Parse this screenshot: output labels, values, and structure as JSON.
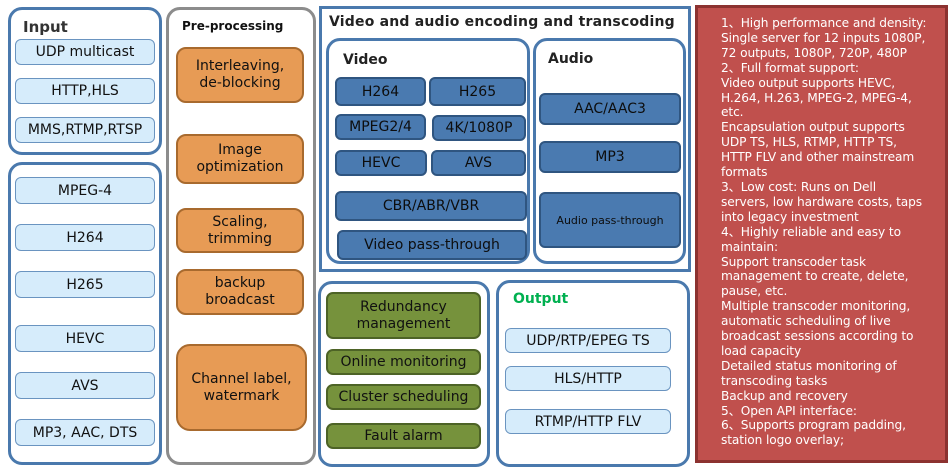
{
  "input": {
    "title": "Input",
    "protocols": [
      "UDP multicast",
      "HTTP,HLS",
      "MMS,RTMP,RTSP"
    ],
    "formats": [
      "MPEG-4",
      "H264",
      "H265",
      "HEVC",
      "AVS",
      "MP3, AAC, DTS"
    ]
  },
  "preprocessing": {
    "title": "Pre-processing",
    "items": [
      "Interleaving,\nde-blocking",
      "Image\noptimization",
      "Scaling,\ntrimming",
      "backup\nbroadcast",
      "Channel label,\nwatermark"
    ]
  },
  "encoding": {
    "title": "Video and audio encoding and transcoding",
    "video": {
      "title": "Video",
      "codecs": [
        "H264",
        "H265",
        "MPEG2/4",
        "4K/1080P",
        "HEVC",
        "AVS"
      ],
      "rate_control": "CBR/ABR/VBR",
      "passthrough": "Video pass-through"
    },
    "audio": {
      "title": "Audio",
      "items": [
        "AAC/AAC3",
        "MP3",
        "Audio pass-through"
      ]
    }
  },
  "management": {
    "items": [
      "Redundancy\nmanagement",
      "Online monitoring",
      "Cluster scheduling",
      "Fault alarm"
    ]
  },
  "output": {
    "title": "Output",
    "items": [
      "UDP/RTP/EPEG TS",
      "HLS/HTTP",
      "RTMP/HTTP FLV"
    ]
  },
  "features": {
    "lines": [
      "1、High performance and density:",
      "Single server for 12 inputs 1080P,",
      "72 outputs, 1080P, 720P, 480P",
      "2、Full format support:",
      "Video output supports HEVC,",
      "H.264, H.263, MPEG-2, MPEG-4,",
      "etc.",
      "Encapsulation output supports",
      "UDP TS, HLS, RTMP, HTTP TS,",
      "HTTP FLV and other mainstream",
      "formats",
      "3、Low cost: Runs on Dell",
      "servers, low hardware costs, taps",
      "into legacy investment",
      "4、Highly reliable and easy to",
      "maintain:",
      "Support transcoder task",
      "management to create, delete,",
      "pause, etc.",
      "Multiple transcoder monitoring,",
      "automatic scheduling of live",
      "broadcast sessions according to",
      "load capacity",
      "Detailed status monitoring of",
      "transcoding tasks",
      "Backup and recovery",
      "5、Open API interface:",
      "6、Supports program padding,",
      "station logo overlay;"
    ]
  },
  "colors": {
    "panel_border_blue": "#4a79ad",
    "panel_border_gray": "#8c8c8c",
    "light_blue_box": "#d6ecfb",
    "orange_box": "#e79b55",
    "dark_blue_box": "#4a7ab0",
    "green_box": "#76923c",
    "features_red": "#c0504d",
    "output_title_green": "#00b050"
  }
}
